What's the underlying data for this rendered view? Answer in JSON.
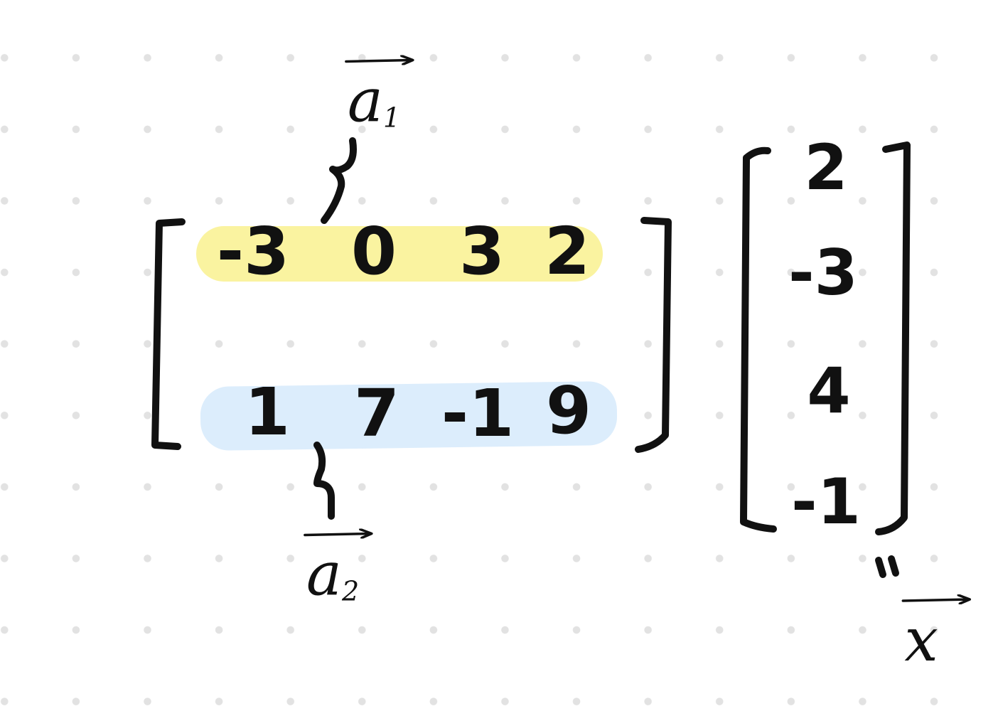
{
  "colors": {
    "row1_highlight": "#faf3a0",
    "row2_highlight": "#dcedfc",
    "ink": "#111111",
    "dot": "#e2e2e2"
  },
  "matrix": {
    "row1": [
      "-3",
      "0",
      "3",
      "2"
    ],
    "row2": [
      "1",
      "7",
      "-1",
      "9"
    ]
  },
  "vector": {
    "entries": [
      "2",
      "-3",
      "4",
      "-1"
    ]
  },
  "labels": {
    "a1_base": "a",
    "a1_sub": "1",
    "a2_base": "a",
    "a2_sub": "2",
    "x_base": "x"
  },
  "marks": {
    "equals": "\""
  }
}
